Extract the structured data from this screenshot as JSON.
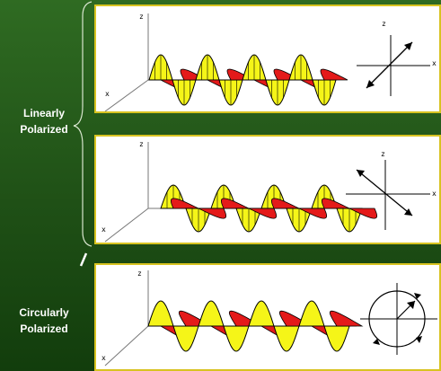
{
  "labels": {
    "linear_line1": "Linearly",
    "linear_line2": "Polarized",
    "circular_line1": "Circularly",
    "circular_line2": "Polarized"
  },
  "axes": {
    "z": "z",
    "x": "x"
  },
  "colors": {
    "background": "#1f5016",
    "panel_border": "#d8c321",
    "yellow_wave": "#f5f518",
    "red_wave": "#e41a1a",
    "outline": "#000000"
  },
  "panels": [
    {
      "id": "linear-1",
      "polarization": "linear",
      "indicator": "double-arrow-diagonal-up-right"
    },
    {
      "id": "linear-2",
      "polarization": "linear",
      "indicator": "double-arrow-diagonal-up-left"
    },
    {
      "id": "circular",
      "polarization": "circular",
      "indicator": "circle-with-rotating-arrows"
    }
  ]
}
